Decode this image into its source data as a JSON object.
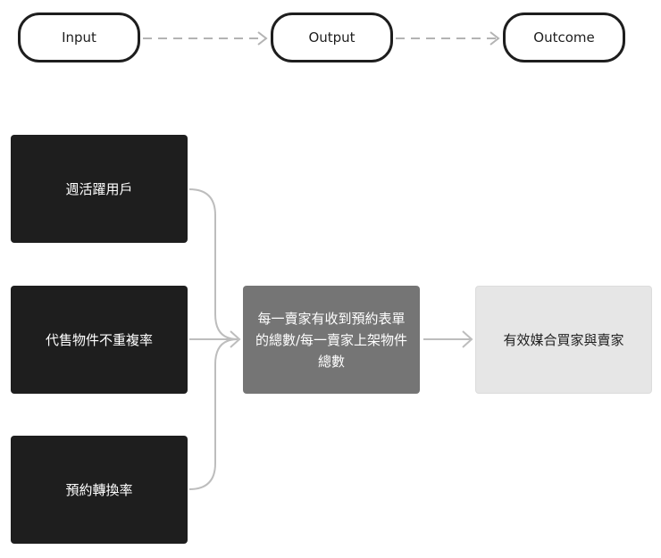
{
  "header": {
    "input_label": "Input",
    "output_label": "Output",
    "outcome_label": "Outcome"
  },
  "inputs": [
    {
      "label": "週活躍用戶"
    },
    {
      "label": "代售物件不重複率"
    },
    {
      "label": "預約轉換率"
    }
  ],
  "output": {
    "label": "每一賣家有收到預約表單的總數/每一賣家上架物件總數"
  },
  "outcome": {
    "label": "有效媒合買家與賣家"
  },
  "colors": {
    "input_box": "#1e1e1e",
    "output_box": "#757575",
    "outcome_box": "#e6e6e6",
    "connector": "#bdbdbd",
    "dashed_arrow": "#b3b3b3"
  }
}
